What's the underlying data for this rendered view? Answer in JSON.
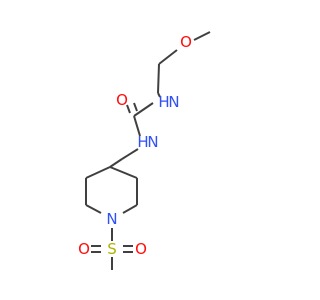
{
  "molecule": {
    "colors": {
      "bond": "#404040",
      "oxygen": "#ff0d0d",
      "nitrogen": "#3050f8",
      "sulfur": "#b2b200",
      "background": "#ffffff"
    },
    "atoms": {
      "o_ether": "O",
      "o_carbonyl": "O",
      "nh_upper": "H",
      "n_upper": "N",
      "nh_lower": "H",
      "n_lower": "N",
      "n_ring": "N",
      "s_sulfonyl": "S",
      "o_sulfonyl_left": "O",
      "o_sulfonyl_right": "O"
    }
  }
}
